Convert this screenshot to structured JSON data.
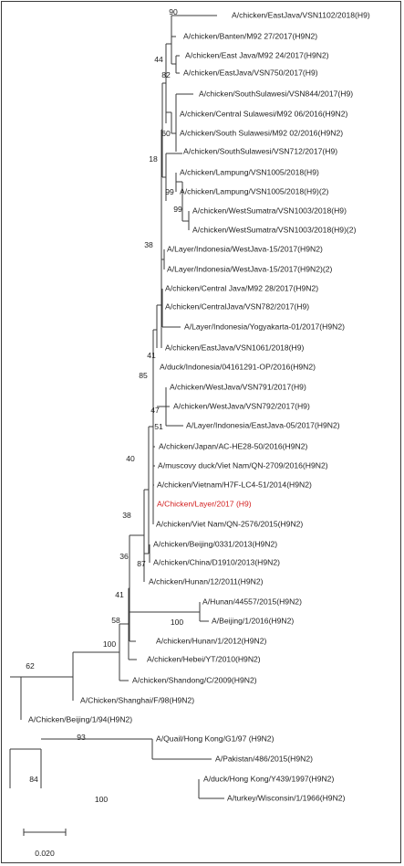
{
  "figure": {
    "highlight_color": "#d21e1e",
    "line_color": "#3a3a3a",
    "scale_bar_label": "0.020"
  },
  "tips": [
    {
      "id": "t1",
      "label": "A/chicken/EastJava/VSN1102/2018(H9)"
    },
    {
      "id": "t2",
      "label": "A/chicken/Banten/M92 27/2017(H9N2)"
    },
    {
      "id": "t3",
      "label": "A/chicken/East Java/M92 24/2017(H9N2)"
    },
    {
      "id": "t4",
      "label": "A/chicken/EastJava/VSN750/2017(H9)"
    },
    {
      "id": "t5",
      "label": "A/chicken/SouthSulawesi/VSN844/2017(H9)"
    },
    {
      "id": "t6",
      "label": "A/chicken/Central Sulawesi/M92 06/2016(H9N2)"
    },
    {
      "id": "t7",
      "label": "A/chicken/South Sulawesi/M92 02/2016(H9N2)"
    },
    {
      "id": "t8",
      "label": "A/chicken/SouthSulawesi/VSN712/2017(H9)"
    },
    {
      "id": "t9",
      "label": "A/chicken/Lampung/VSN1005/2018(H9)"
    },
    {
      "id": "t10",
      "label": "A/chicken/Lampung/VSN1005/2018(H9)(2)"
    },
    {
      "id": "t11",
      "label": "A/chicken/WestSumatra/VSN1003/2018(H9)"
    },
    {
      "id": "t12",
      "label": "A/chicken/WestSumatra/VSN1003/2018(H9)(2)"
    },
    {
      "id": "t13",
      "label": "A/Layer/Indonesia/WestJava-15/2017(H9N2)"
    },
    {
      "id": "t14",
      "label": "A/Layer/Indonesia/WestJava-15/2017(H9N2)(2)"
    },
    {
      "id": "t15",
      "label": "A/chicken/Central Java/M92 28/2017(H9N2)"
    },
    {
      "id": "t16",
      "label": "A/chicken/CentralJava/VSN782/2017(H9)"
    },
    {
      "id": "t17",
      "label": "A/Layer/Indonesia/Yogyakarta-01/2017(H9N2)"
    },
    {
      "id": "t18",
      "label": "A/chicken/EastJava/VSN1061/2018(H9)"
    },
    {
      "id": "t19",
      "label": "A/duck/Indonesia/04161291-OP/2016(H9N2)"
    },
    {
      "id": "t20",
      "label": "A/chicken/WestJava/VSN791/2017(H9)"
    },
    {
      "id": "t21",
      "label": "A/chicken/WestJava/VSN792/2017(H9)"
    },
    {
      "id": "t22",
      "label": "A/Layer/Indonesia/EastJava-05/2017(H9N2)"
    },
    {
      "id": "t23",
      "label": "A/chicken/Japan/AC-HE28-50/2016(H9N2)"
    },
    {
      "id": "t24",
      "label": "A/muscovy duck/Viet Nam/QN-2709/2016(H9N2)"
    },
    {
      "id": "t25",
      "label": "A/chicken/Vietnam/H7F-LC4-51/2014(H9N2)"
    },
    {
      "id": "t26",
      "label": "A/Chicken/Layer/2017 (H9)",
      "highlight": true
    },
    {
      "id": "t27",
      "label": "A/chicken/Viet Nam/QN-2576/2015(H9N2)"
    },
    {
      "id": "t28",
      "label": "A/chicken/Beijing/0331/2013(H9N2)"
    },
    {
      "id": "t29",
      "label": "A/chicken/China/D1910/2013(H9N2)"
    },
    {
      "id": "t30",
      "label": "A/chicken/Hunan/12/2011(H9N2)"
    },
    {
      "id": "t31",
      "label": "A/Hunan/44557/2015(H9N2)"
    },
    {
      "id": "t32",
      "label": "A/Beijing/1/2016(H9N2)"
    },
    {
      "id": "t33",
      "label": "A/chicken/Hunan/1/2012(H9N2)"
    },
    {
      "id": "t34",
      "label": "A/chicken/Hebei/YT/2010(H9N2)"
    },
    {
      "id": "t35",
      "label": "A/chicken/Shandong/C/2009(H9N2)"
    },
    {
      "id": "t36",
      "label": "A/Chicken/Shanghai/F/98(H9N2)"
    },
    {
      "id": "t37",
      "label": "A/Chicken/Beijing/1/94(H9N2)"
    },
    {
      "id": "t38",
      "label": "A/Quail/Hong Kong/G1/97 (H9N2)"
    },
    {
      "id": "t39",
      "label": "A/Pakistan/486/2015(H9N2)"
    },
    {
      "id": "t40",
      "label": "A/duck/Hong Kong/Y439/1997(H9N2)"
    },
    {
      "id": "t41",
      "label": "A/turkey/Wisconsin/1/1966(H9N2)"
    }
  ],
  "support_values": [
    {
      "id": "s90",
      "value": "90"
    },
    {
      "id": "s44",
      "value": "44"
    },
    {
      "id": "s82",
      "value": "82"
    },
    {
      "id": "s60",
      "value": "60"
    },
    {
      "id": "s18",
      "value": "18"
    },
    {
      "id": "s99a",
      "value": "99"
    },
    {
      "id": "s99b",
      "value": "99"
    },
    {
      "id": "s38a",
      "value": "38"
    },
    {
      "id": "s41a",
      "value": "41"
    },
    {
      "id": "s85",
      "value": "85"
    },
    {
      "id": "s47",
      "value": "47"
    },
    {
      "id": "s51",
      "value": "51"
    },
    {
      "id": "s40",
      "value": "40"
    },
    {
      "id": "s38b",
      "value": "38"
    },
    {
      "id": "s87",
      "value": "87"
    },
    {
      "id": "s36",
      "value": "36"
    },
    {
      "id": "s41b",
      "value": "41"
    },
    {
      "id": "s100a",
      "value": "100"
    },
    {
      "id": "s58",
      "value": "58"
    },
    {
      "id": "s100b",
      "value": "100"
    },
    {
      "id": "s62",
      "value": "62"
    },
    {
      "id": "s93",
      "value": "93"
    },
    {
      "id": "s84",
      "value": "84"
    },
    {
      "id": "s100c",
      "value": "100"
    }
  ]
}
